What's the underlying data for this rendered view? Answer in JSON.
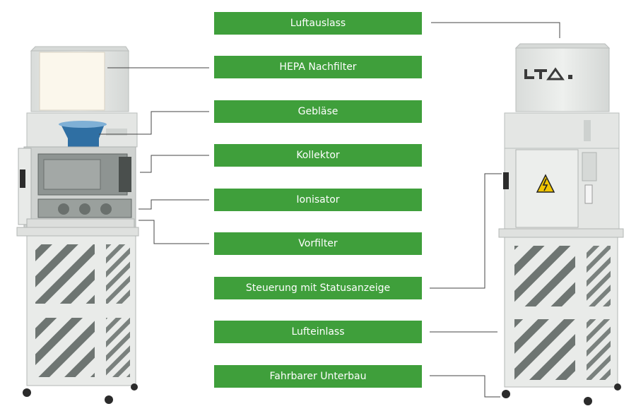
{
  "labels": [
    "Luftauslass",
    "HEPA Nachfilter",
    "Gebläse",
    "Kollektor",
    "Ionisator",
    "Vorfilter",
    "Steuerung mit Statusanzeige",
    "Lufteinlass",
    "Fahrbarer Unterbau"
  ],
  "logo_text": "LTA",
  "colors": {
    "label_bg": "#3f9f3b",
    "label_text": "#ffffff",
    "leader_line": "#444444",
    "cabinet": "#e6e8e6",
    "cabinet_dark": "#c9cdca",
    "blower": "#2f6fa3",
    "warning": "#f2c500"
  },
  "icons": [
    "warning-triangle-icon",
    "lta-logo"
  ]
}
